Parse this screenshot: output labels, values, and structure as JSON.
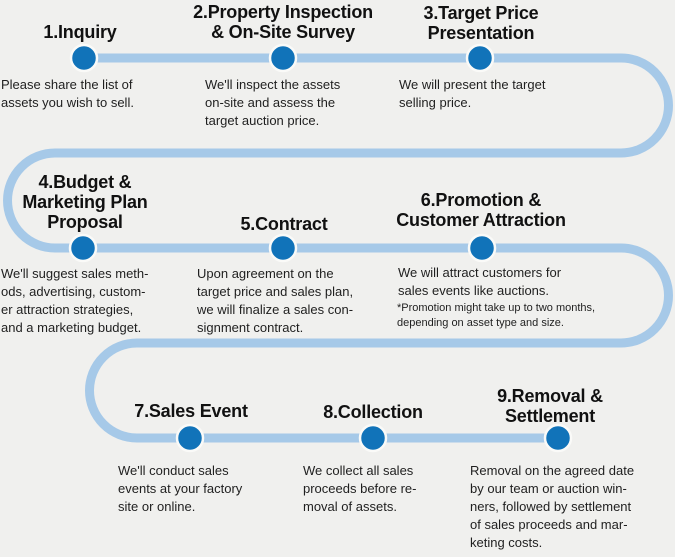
{
  "colors": {
    "background": "#f0f0ee",
    "path": "#a6c9e8",
    "dot": "#1173b9",
    "dot_ring": "#fafaf8",
    "title_text": "#111111",
    "body_text": "#1f1f1f"
  },
  "steps": [
    {
      "title": "1.Inquiry",
      "description": "Please share the list of\nassets you wish to sell."
    },
    {
      "title": "2.Property Inspection\n& On-Site Survey",
      "description": "We'll inspect the assets\non-site and assess the\ntarget auction price."
    },
    {
      "title": "3.Target Price\nPresentation",
      "description": "We will present the target\nselling price."
    },
    {
      "title": "4.Budget &\nMarketing Plan\nProposal",
      "description": "We'll suggest sales meth-\nods, advertising, custom-\ner attraction strategies,\nand a marketing budget."
    },
    {
      "title": "5.Contract",
      "description": "Upon agreement on the\ntarget price and sales plan,\nwe will finalize a sales con-\nsignment contract."
    },
    {
      "title": "6.Promotion &\nCustomer Attraction",
      "description": "We will attract customers for\nsales events like auctions.",
      "note": "*Promotion might take up to two months,\ndepending on asset type and size."
    },
    {
      "title": "7.Sales Event",
      "description": "We'll conduct sales\nevents at your factory\nsite or online."
    },
    {
      "title": "8.Collection",
      "description": "We collect all sales\nproceeds before re-\nmoval of assets."
    },
    {
      "title": "9.Removal &\nSettlement",
      "description": "Removal on the agreed date\nby our team or auction win-\nners, followed by settlement\nof sales proceeds and mar-\nketing costs."
    }
  ]
}
